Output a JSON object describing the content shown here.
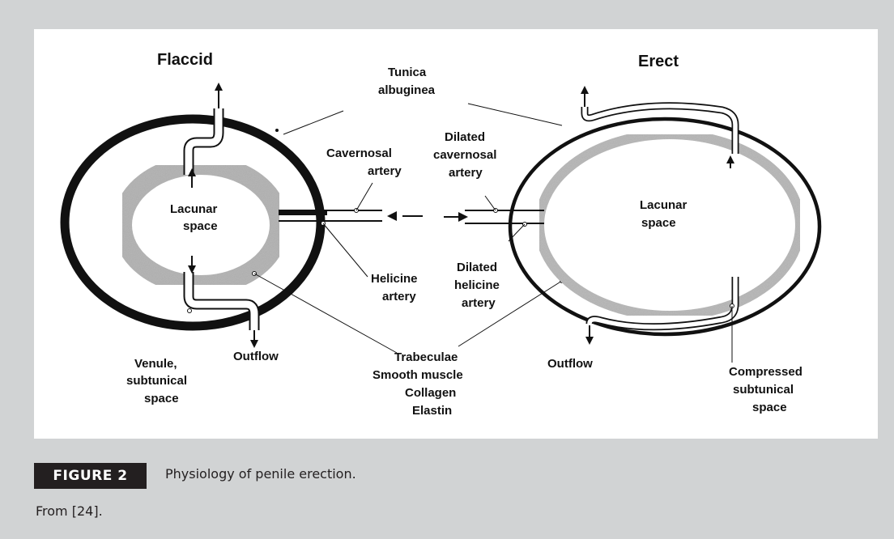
{
  "figure": {
    "tag": "FIGURE 2",
    "caption": "Physiology of penile erection.",
    "source": "From [24]."
  },
  "diagram": {
    "flaccid": {
      "title": "Flaccid",
      "lacunar_line1": "Lacunar",
      "lacunar_line2": "space",
      "cavernosal_line1": "Cavernosal",
      "cavernosal_line2": "artery",
      "helicine_line1": "Helicine",
      "helicine_line2": "artery",
      "venule_line1": "Venule,",
      "venule_line2": "subtunical",
      "venule_line3": "space",
      "outflow": "Outflow"
    },
    "erect": {
      "title": "Erect",
      "lacunar_line1": "Lacunar",
      "lacunar_line2": "space",
      "dilated_cav_line1": "Dilated",
      "dilated_cav_line2": "cavernosal",
      "dilated_cav_line3": "artery",
      "dilated_hel_line1": "Dilated",
      "dilated_hel_line2": "helicine",
      "dilated_hel_line3": "artery",
      "compressed_line1": "Compressed",
      "compressed_line2": "subtunical",
      "compressed_line3": "space",
      "outflow": "Outflow"
    },
    "shared": {
      "tunica_line1": "Tunica",
      "tunica_line2": "albuginea",
      "trab_line1": "Trabeculae",
      "trab_line2": "Smooth muscle",
      "trab_line3": "Collagen",
      "trab_line4": "Elastin"
    }
  }
}
